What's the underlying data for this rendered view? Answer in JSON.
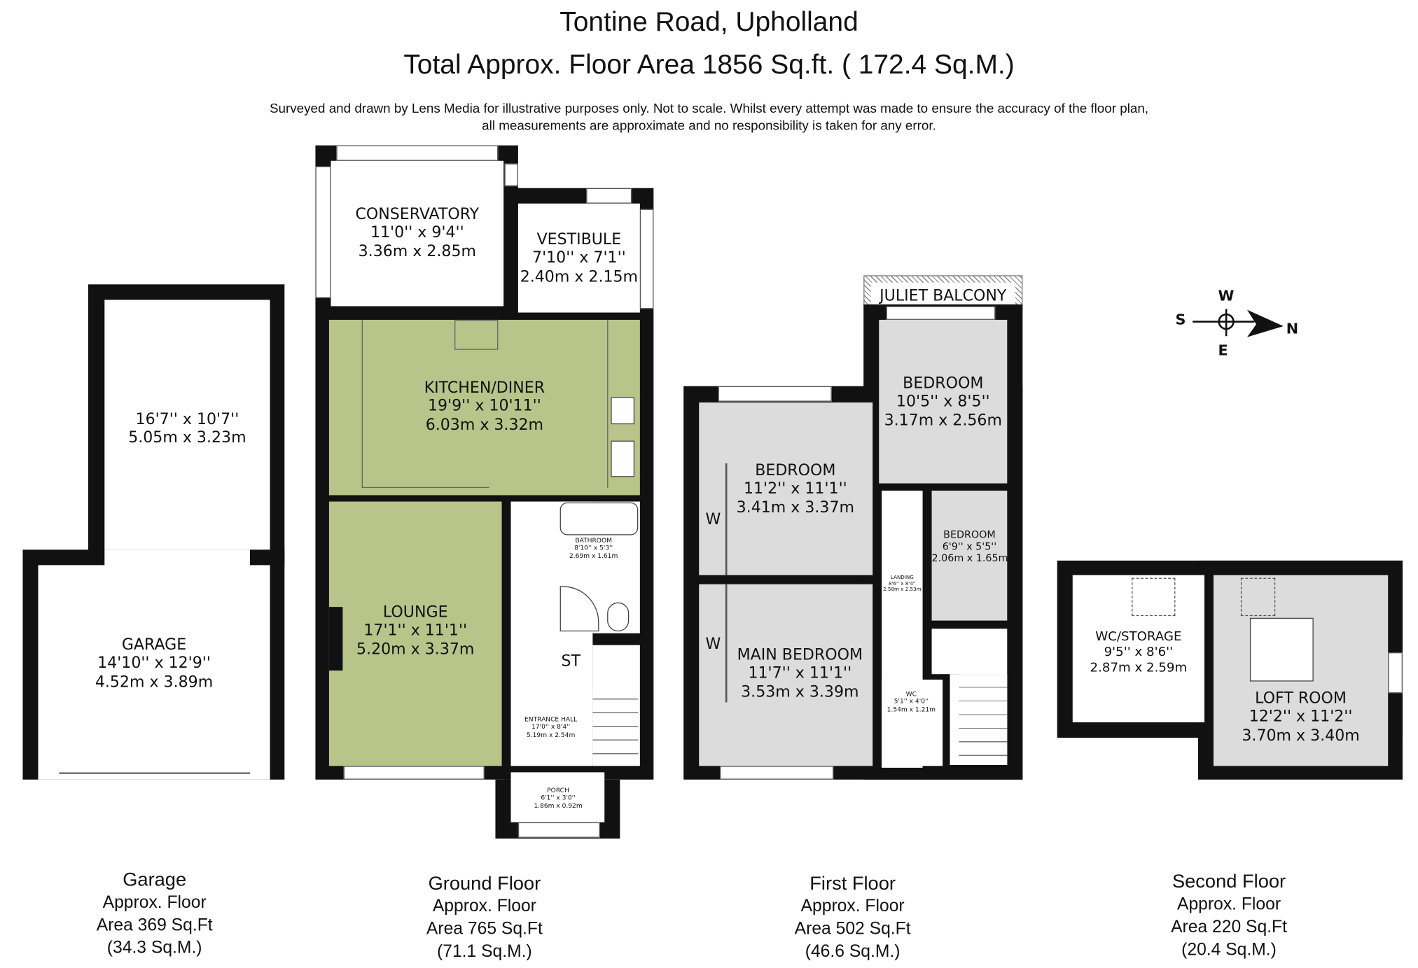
{
  "header": {
    "title": "Tontine Road, Upholland",
    "area": "Total Approx. Floor Area 1856 Sq.ft. ( 172.4 Sq.M.)",
    "disclaimer1": "Surveyed and drawn by Lens Media for illustrative purposes only. Not to scale. Whilst every attempt was made to ensure the accuracy of the floor plan,",
    "disclaimer2": "all measurements are approximate and no responsibility is taken for any error."
  },
  "garage": {
    "storage": {
      "imp": "16'7'' x 10'7''",
      "met": "5.05m x 3.23m"
    },
    "garage": {
      "name": "GARAGE",
      "imp": "14'10'' x 12'9''",
      "met": "4.52m x 3.89m"
    }
  },
  "ground": {
    "conservatory": {
      "name": "CONSERVATORY",
      "imp": "11'0'' x 9'4''",
      "met": "3.36m x 2.85m"
    },
    "vestibule": {
      "name": "VESTIBULE",
      "imp": "7'10'' x 7'1''",
      "met": "2.40m x 2.15m"
    },
    "kitchen": {
      "name": "KITCHEN/DINER",
      "imp": "19'9'' x 10'11''",
      "met": "6.03m x 3.32m"
    },
    "lounge": {
      "name": "LOUNGE",
      "imp": "17'1'' x 11'1''",
      "met": "5.20m x 3.37m"
    },
    "bathroom": {
      "name": "BATHROOM",
      "imp": "8'10'' x 5'3''",
      "met": "2.69m x 1.61m"
    },
    "store": "ST",
    "hall": {
      "name": "ENTRANCE HALL",
      "imp": "17'0'' x 8'4''",
      "met": "5.19m x 2.54m"
    },
    "porch": {
      "name": "PORCH",
      "imp": "6'1'' x 3'0''",
      "met": "1.86m x 0.92m"
    }
  },
  "first": {
    "balcony": "JULIET BALCONY",
    "bed_tr": {
      "name": "BEDROOM",
      "imp": "10'5'' x 8'5''",
      "met": "3.17m x 2.56m"
    },
    "bed_l": {
      "name": "BEDROOM",
      "imp": "11'2'' x 11'1''",
      "met": "3.41m x 3.37m"
    },
    "bed_s": {
      "name": "BEDROOM",
      "imp": "6'9'' x 5'5''",
      "met": "2.06m x 1.65m"
    },
    "main": {
      "name": "MAIN BEDROOM",
      "imp": "11'7'' x 11'1''",
      "met": "3.53m x 3.39m"
    },
    "landing": {
      "name": "LANDING",
      "imp": "8'6'' x 8'4''",
      "met": "2.58m x 2.53m"
    },
    "wc": {
      "name": "WC",
      "imp": "5'1'' x 4'0''",
      "met": "1.54m x 1.21m"
    },
    "wardrobe": "W"
  },
  "second": {
    "wc": {
      "name": "WC/STORAGE",
      "imp": "9'5'' x 8'6''",
      "met": "2.87m x 2.59m"
    },
    "loft": {
      "name": "LOFT ROOM",
      "imp": "12'2'' x 11'2''",
      "met": "3.70m x 3.40m"
    }
  },
  "compass": {
    "w": "W",
    "s": "S",
    "e": "E",
    "n": "N"
  },
  "footers": [
    {
      "name": "Garage",
      "l1": "Approx. Floor",
      "l2": "Area 369 Sq.Ft",
      "l3": "(34.3 Sq.M.)"
    },
    {
      "name": "Ground Floor",
      "l1": "Approx. Floor",
      "l2": "Area 765 Sq.Ft",
      "l3": "(71.1 Sq.M.)"
    },
    {
      "name": "First Floor",
      "l1": "Approx. Floor",
      "l2": "Area 502 Sq.Ft",
      "l3": "(46.6 Sq.M.)"
    },
    {
      "name": "Second Floor",
      "l1": "Approx. Floor",
      "l2": "Area 220 Sq.Ft",
      "l3": "(20.4 Sq.M.)"
    }
  ]
}
